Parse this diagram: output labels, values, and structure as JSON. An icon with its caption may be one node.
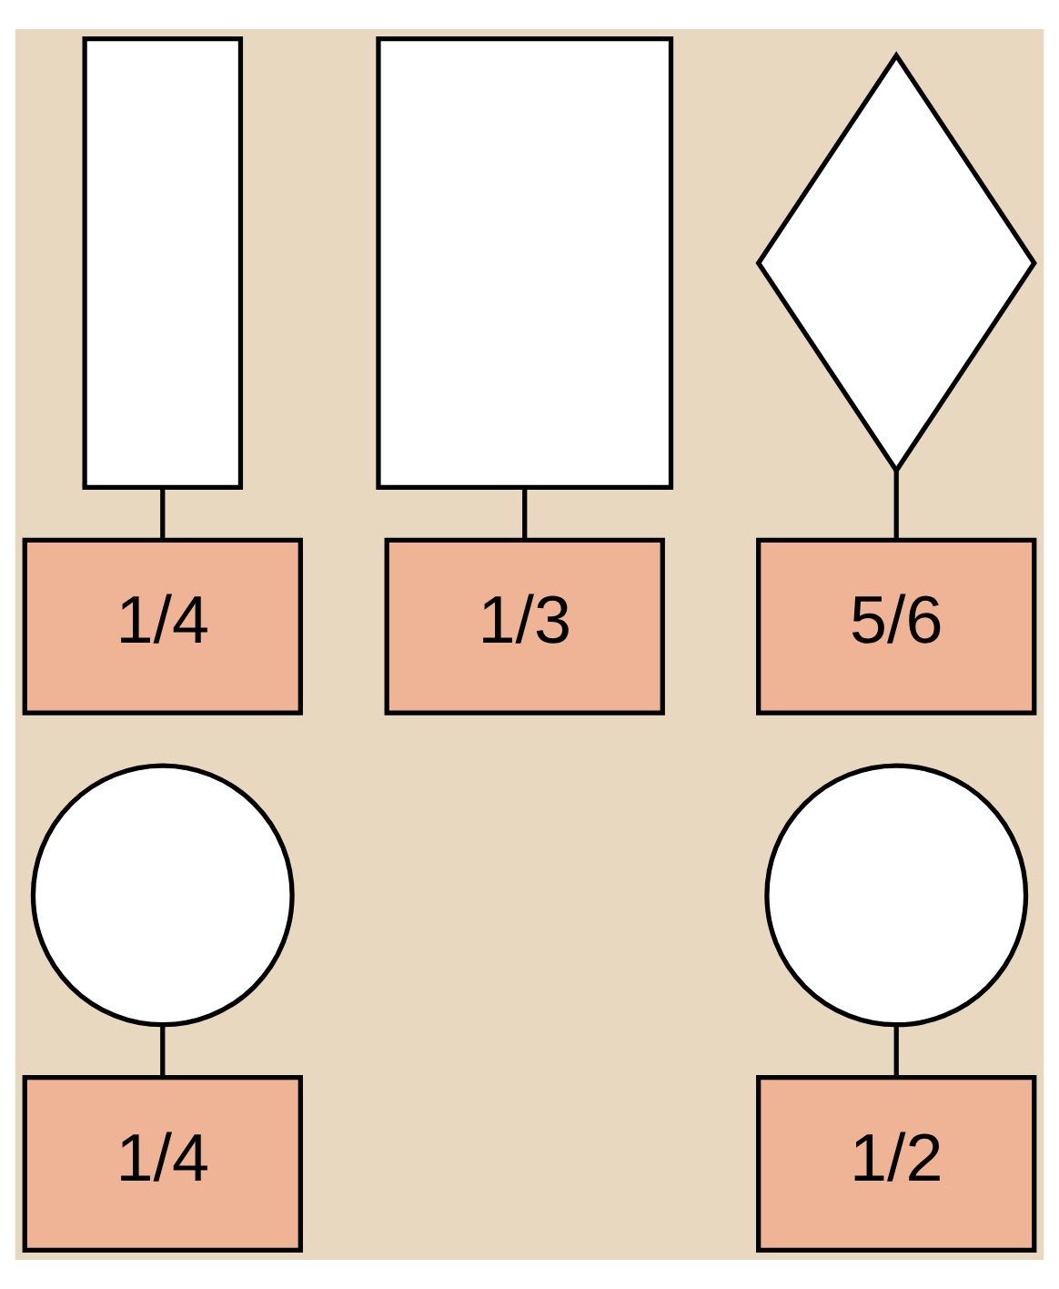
{
  "diagram": {
    "nodes": [
      {
        "text": [],
        "shape": "box"
      },
      {
        "text": [],
        "shape": "box"
      },
      {
        "text": [],
        "shape": "diamond"
      },
      {
        "text": [
          "1/4"
        ]
      },
      {
        "text": [
          "1/3"
        ]
      },
      {
        "text": [
          "5/6"
        ]
      },
      {
        "text": [],
        "shape": "circle"
      },
      {
        "text": [],
        "shape": "circle"
      },
      {
        "text": [
          "1/4"
        ]
      },
      {
        "text": [
          "1/2"
        ]
      }
    ],
    "edges": [
      {
        "from": 0,
        "to": 3,
        "arrow": "none"
      },
      {
        "from": 1,
        "to": 4,
        "arrow": "none"
      },
      {
        "from": 2,
        "to": 5,
        "arrow": "none"
      },
      {
        "from": 6,
        "to": 8,
        "arrow": "none"
      },
      {
        "from": 7,
        "to": 9,
        "arrow": "none"
      }
    ]
  }
}
